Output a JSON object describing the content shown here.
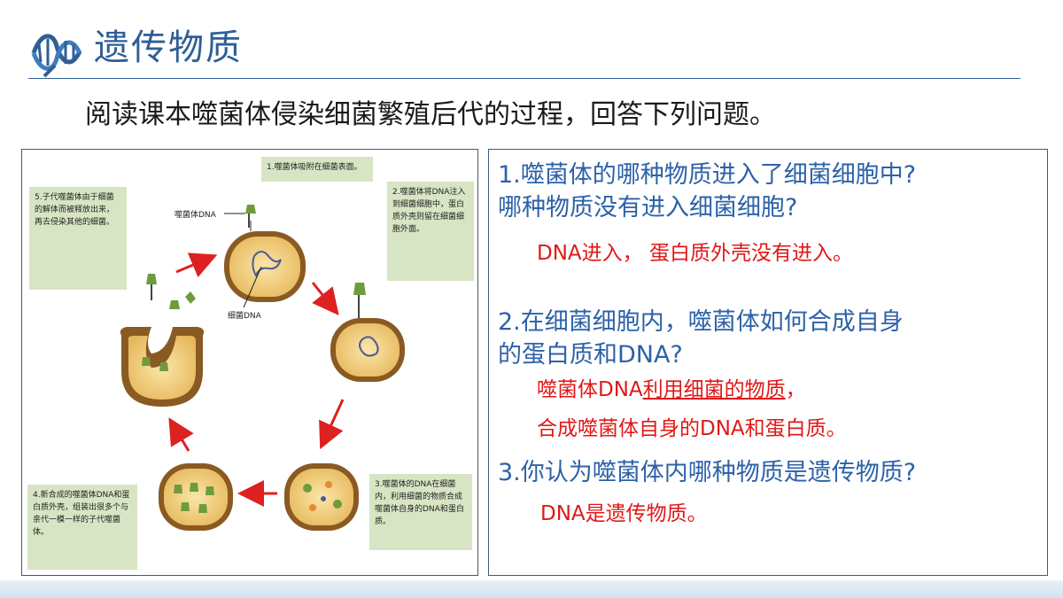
{
  "slide": {
    "title": "遗传物质",
    "instruction": "阅读课本噬菌体侵染细菌繁殖后代的过程，回答下列问题。"
  },
  "diagram": {
    "step1": "1.噬菌体吸附在细菌表面。",
    "step2": "2.噬菌体将DNA注入到细菌细胞中，蛋白质外壳则留在细菌细胞外面。",
    "step3": "3.噬菌体的DNA在细菌内，利用细菌的物质合成噬菌体自身的DNA和蛋白质。",
    "step4": "4.新合成的噬菌体DNA和蛋白质外壳，组装出很多个与亲代一模一样的子代噬菌体。",
    "step5": "5.子代噬菌体由于细菌的解体而被释放出来，再去侵染其他的细菌。",
    "label_phage_dna": "噬菌体DNA",
    "label_bacteria_dna": "细菌DNA"
  },
  "qa": {
    "q1_line1": "1.噬菌体的哪种物质进入了细菌细胞中?",
    "q1_line2": "哪种物质没有进入细菌细胞?",
    "a1": "DNA进入，  蛋白质外壳没有进入。",
    "q2_line1": "2.在细菌细胞内，噬菌体如何合成自身",
    "q2_line2": "的蛋白质和DNA?",
    "a2_part1": "噬菌体DNA",
    "a2_part2": "利用细菌的物质",
    "a2_part3": "，",
    "a2_line2": "合成噬菌体自身的DNA和蛋白质。",
    "q3": "3.你认为噬菌体内哪种物质是遗传物质?",
    "a3": "DNA是遗传物质。"
  },
  "colors": {
    "title_blue": "#2e5f95",
    "question_blue": "#2c62a8",
    "answer_red": "#e01818",
    "caption_green": "#d8e5c4",
    "arrow_red": "#dd2020"
  },
  "icons": {
    "logo": "dna-helix-icon"
  }
}
